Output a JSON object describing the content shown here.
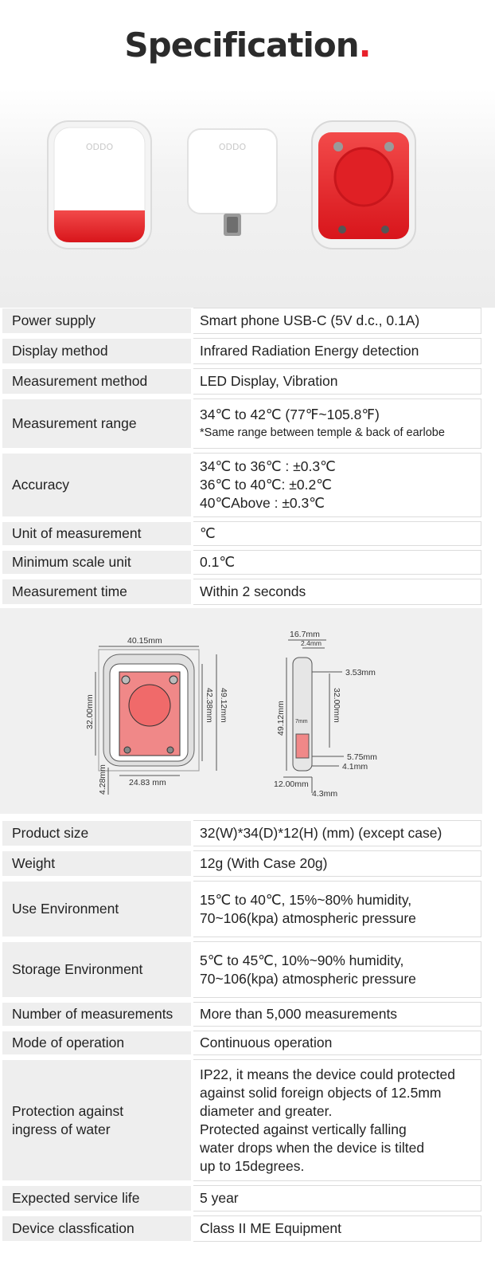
{
  "header": {
    "title": "Specification",
    "title_dot": "."
  },
  "specs_top": [
    {
      "key": "Power supply",
      "value": [
        "Smart phone USB-C (5V d.c., 0.1A)"
      ]
    },
    {
      "key": "Display method",
      "value": [
        "Infrared Radiation Energy detection"
      ]
    },
    {
      "key": "Measurement method",
      "value": [
        "LED Display, Vibration"
      ]
    },
    {
      "key": "Measurement range",
      "value": [
        " 34℃ to 42℃  (77℉~105.8℉)"
      ],
      "note": "*Same range between temple & back of earlobe"
    },
    {
      "key": " Accuracy",
      "value": [
        "34℃ to 36℃ : ±0.3℃",
        "36℃ to 40℃: ±0.2℃",
        "40℃Above : ±0.3℃"
      ]
    },
    {
      "key": "Unit of measurement",
      "value": [
        "℃"
      ]
    },
    {
      "key": "Minimum scale unit",
      "value": [
        "0.1℃"
      ]
    },
    {
      "key": "Measurement time",
      "value": [
        "Within 2 seconds"
      ]
    }
  ],
  "diagram": {
    "front_width": "40.15mm",
    "front_inner_height": "32.00mm",
    "front_mid_height": "42.38mm",
    "front_height": "49.12mm",
    "front_bottom_width": "24.83 mm",
    "front_side_offset": "4.28mm",
    "side_top_width": "16.7mm",
    "side_top_inner": "2.4mm",
    "side_upper": "3.53mm",
    "side_height": "49.12mm",
    "side_inner_height": "32.00mm",
    "side_center": "7mm",
    "side_lower_a": "5.75mm",
    "side_lower_b": "4.1mm",
    "side_bottom_width": "12.00mm",
    "side_bottom_offset": "4.3mm"
  },
  "specs_bottom": [
    {
      "key": "Product size",
      "value": [
        "32(W)*34(D)*12(H) (mm) (except case)"
      ]
    },
    {
      "key": "Weight",
      "value": [
        "12g (With Case 20g)"
      ]
    },
    {
      "key": "Use Environment",
      "value": [
        "15℃ to 40℃, 15%~80% humidity,",
        "70~106(kpa) atmospheric pressure"
      ]
    },
    {
      "key": " Storage Environment",
      "value": [
        "5℃ to 45℃, 10%~90% humidity,",
        "70~106(kpa) atmospheric pressure"
      ]
    },
    {
      "key": "Number of measurements",
      "value": [
        "More than 5,000 measurements"
      ]
    },
    {
      "key": "Mode of operation",
      "value": [
        "Continuous operation"
      ]
    },
    {
      "key": "Protection against\ningress of water",
      "value": [
        "IP22, it means the device could protected",
        "against solid foreign objects of 12.5mm",
        "diameter and greater.",
        "Protected against vertically falling",
        "water drops when the device is tilted",
        "up to 15degrees."
      ]
    },
    {
      "key": "Expected service life",
      "value": [
        "5 year"
      ]
    },
    {
      "key": "Device classfication",
      "value": [
        "Class II ME Equipment"
      ]
    }
  ],
  "colors": {
    "accent": "#e8202a",
    "key_bg": "#eeeeee"
  }
}
